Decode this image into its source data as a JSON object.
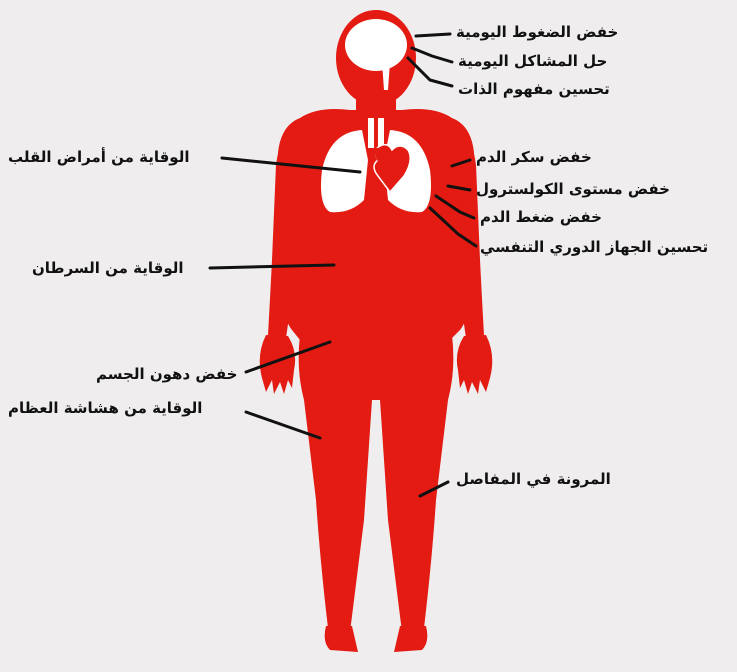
{
  "colors": {
    "body": "#e31b13",
    "organs": "#ffffff",
    "line": "#111111",
    "background": "#efedee"
  },
  "labels": {
    "reduce_daily_stress": "خفض الضغوط اليومية",
    "solve_daily_problems": "حل المشاكل اليومية",
    "improve_self_concept": "تحسين مفهوم الذات",
    "prevent_heart_disease": "الوقاية من أمراض القلب",
    "reduce_blood_sugar": "خفض سكر الدم",
    "reduce_cholesterol": "خفض مستوى الكولسترول",
    "reduce_blood_pressure": "خفض ضغط الدم",
    "improve_circulatory_respiratory": "تحسين الجهاز الدوري التنفسي",
    "prevent_cancer": "الوقاية من السرطان",
    "reduce_body_fat": "خفض دهون الجسم",
    "prevent_osteoporosis": "الوقاية من هشاشة العظام",
    "joint_flexibility": "المرونة في المفاصل"
  }
}
